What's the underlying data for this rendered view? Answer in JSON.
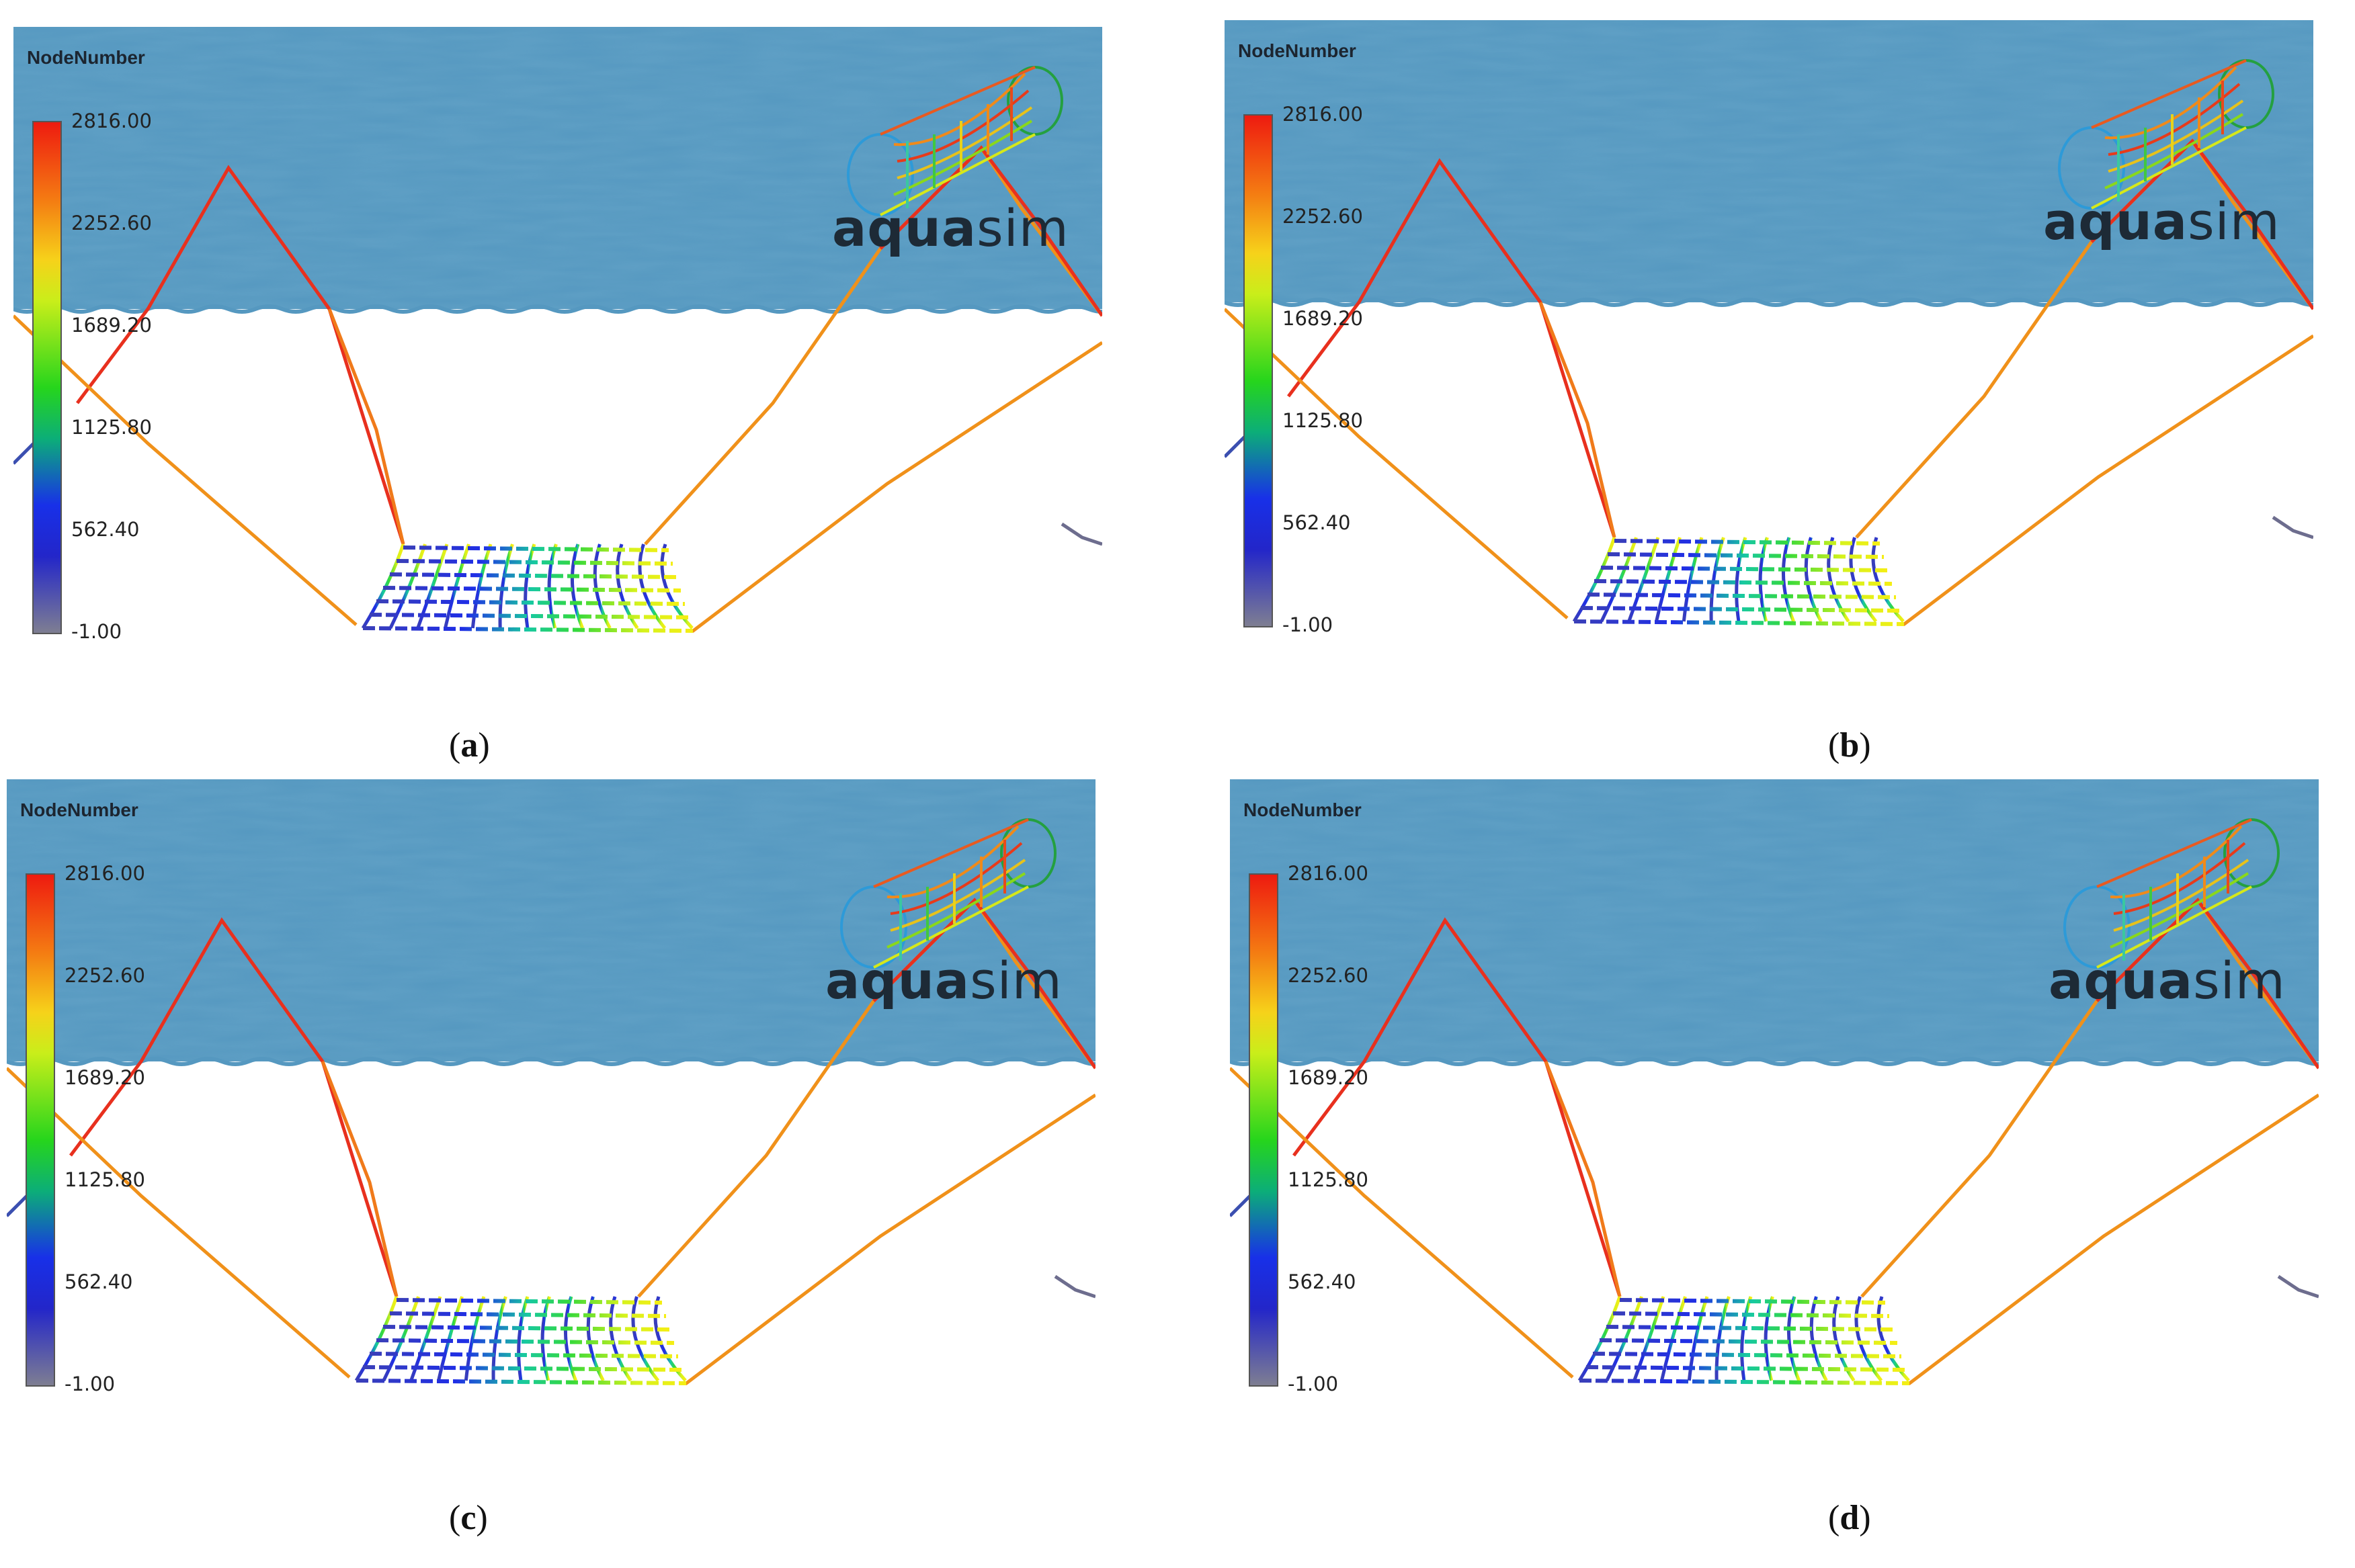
{
  "panels": [
    {
      "id": "a",
      "caption_letter": "a"
    },
    {
      "id": "b",
      "caption_letter": "b"
    },
    {
      "id": "c",
      "caption_letter": "c"
    },
    {
      "id": "d",
      "caption_letter": "d"
    }
  ],
  "legend": {
    "title": "NodeNumber",
    "ticks": [
      "2816.00",
      "2252.60",
      "1689.20",
      "1125.80",
      "562.40",
      "-1.00"
    ]
  },
  "logo": {
    "bold": "aqua",
    "normal": "sim"
  },
  "caption_open": "(",
  "caption_close": ")",
  "colors": {
    "sea": "#5598c0",
    "rope_red": "#e8301e",
    "rope_orange": "#f0911a",
    "net_blue": "#2f3bd8",
    "net_green": "#3fd43a",
    "net_yellow": "#f2f21a"
  }
}
